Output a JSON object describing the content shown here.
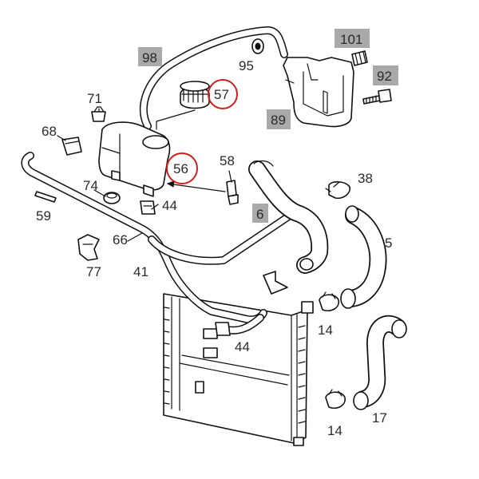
{
  "diagram": {
    "callouts": [
      {
        "id": "98",
        "text": "98",
        "style": "boxed"
      },
      {
        "id": "95",
        "text": "95",
        "style": "plain"
      },
      {
        "id": "101",
        "text": "101",
        "style": "boxed"
      },
      {
        "id": "92",
        "text": "92",
        "style": "boxed"
      },
      {
        "id": "89",
        "text": "89",
        "style": "boxed"
      },
      {
        "id": "57",
        "text": "57",
        "style": "circled"
      },
      {
        "id": "71",
        "text": "71",
        "style": "plain"
      },
      {
        "id": "68",
        "text": "68",
        "style": "plain"
      },
      {
        "id": "56",
        "text": "56",
        "style": "circled"
      },
      {
        "id": "58",
        "text": "58",
        "style": "plain"
      },
      {
        "id": "38",
        "text": "38",
        "style": "plain"
      },
      {
        "id": "74",
        "text": "74",
        "style": "plain"
      },
      {
        "id": "44a",
        "text": "44",
        "style": "plain"
      },
      {
        "id": "6",
        "text": "6",
        "style": "boxed"
      },
      {
        "id": "59",
        "text": "59",
        "style": "plain"
      },
      {
        "id": "66",
        "text": "66",
        "style": "plain"
      },
      {
        "id": "5",
        "text": "5",
        "style": "plain"
      },
      {
        "id": "77",
        "text": "77",
        "style": "plain"
      },
      {
        "id": "41",
        "text": "41",
        "style": "plain"
      },
      {
        "id": "14a",
        "text": "14",
        "style": "plain"
      },
      {
        "id": "44b",
        "text": "44",
        "style": "plain"
      },
      {
        "id": "17",
        "text": "17",
        "style": "plain"
      },
      {
        "id": "14b",
        "text": "14",
        "style": "plain"
      }
    ],
    "colors": {
      "line": "#111111",
      "label_box": "#a9a9a9",
      "highlight_circle": "#cc1f1f",
      "background": "#ffffff"
    }
  }
}
